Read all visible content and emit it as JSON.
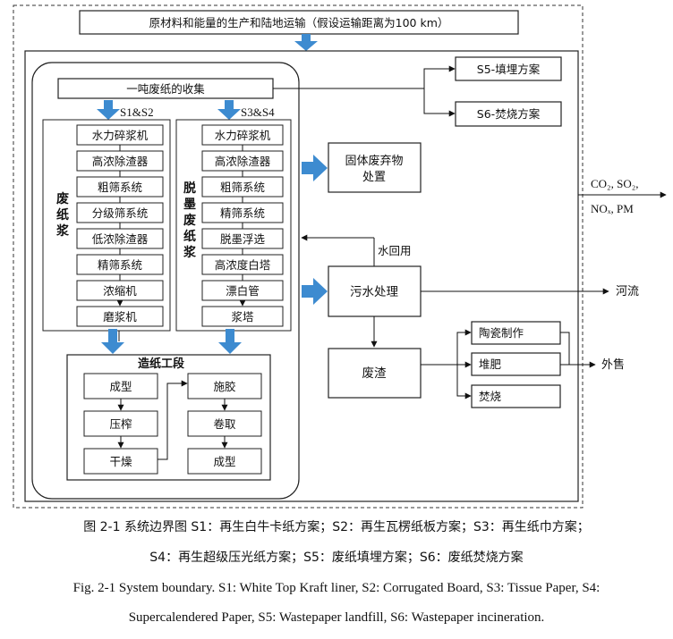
{
  "diagram": {
    "top_box": "原材料和能量的生产和陆地运输（假设运输距离为100 km）",
    "collection": "一吨废纸的收集",
    "route_left": "S1&S2",
    "route_right": "S3&S4",
    "left_pulp_label": "废纸浆",
    "right_pulp_label": "脱墨废纸浆",
    "left_steps": [
      "水力碎浆机",
      "高浓除渣器",
      "粗筛系统",
      "分级筛系统",
      "低浓除渣器",
      "精筛系统",
      "浓缩机",
      "磨浆机"
    ],
    "right_steps": [
      "水力碎浆机",
      "高浓除渣器",
      "粗筛系统",
      "精筛系统",
      "脱墨浮选",
      "高浓度白塔",
      "漂白管",
      "浆塔"
    ],
    "papermaking": {
      "title": "造纸工段",
      "left": [
        "成型",
        "压榨",
        "干燥"
      ],
      "right": [
        "施胶",
        "卷取",
        "成型"
      ]
    },
    "s5": "S5-填埋方案",
    "s6": "S6-焚烧方案",
    "solid_waste": [
      "固体废弃物",
      "处置"
    ],
    "water_reuse": "水回用",
    "wastewater": "污水处理",
    "residue": "废渣",
    "ceramic": "陶瓷制作",
    "compost": "堆肥",
    "incinerate": "焚烧",
    "emissions_line1": "CO₂, SO₂,",
    "emissions_line2": "NOₓ, PM",
    "river": "河流",
    "export": "外售"
  },
  "caption": {
    "zh_line1": "图 2-1 系统边界图 S1：再生白牛卡纸方案；S2：再生瓦楞纸板方案；S3：再生纸巾方案；",
    "zh_line2": "S4：再生超级压光纸方案；S5：废纸填埋方案；S6：废纸焚烧方案",
    "en_line1": "Fig. 2-1 System boundary. S1: White Top Kraft liner, S2: Corrugated Board, S3: Tissue Paper, S4:",
    "en_line2": "Supercalendered Paper, S5: Wastepaper landfill, S6: Wastepaper incineration."
  },
  "colors": {
    "arrow_blue": "#3d8bd0",
    "line": "#111111"
  }
}
